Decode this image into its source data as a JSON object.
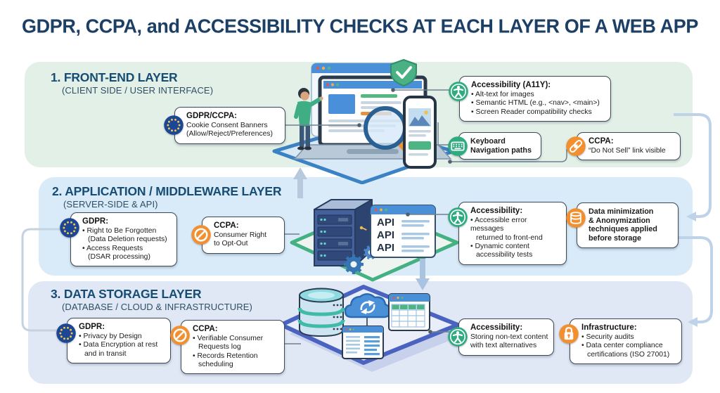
{
  "title": "GDPR, CCPA, and ACCESSIBILITY CHECKS AT EACH LAYER OF A WEB APP",
  "colors": {
    "title_navy": "#1c3f66",
    "band_frontend": "#e3f0e7",
    "band_middleware": "#d9eaf8",
    "band_storage": "#e0e7f5",
    "icon_green": "#2fab80",
    "icon_orange": "#f29030",
    "eu_blue": "#1d4795",
    "arrow_blue": "#b7cde4",
    "platform_frontend": "#3a82c4",
    "platform_middleware": "#44b183",
    "platform_storage": "#4a63c0"
  },
  "layers": [
    {
      "heading": "1. FRONT-END LAYER",
      "subheading": "(CLIENT SIDE / USER INTERFACE)",
      "boxes": {
        "gdpr_ccpa": {
          "title": "GDPR/CCPA:",
          "lines": [
            "Cookie Consent Banners",
            "(Allow/Reject/Preferences)"
          ]
        },
        "a11y": {
          "title": "Accessibility (A11Y):",
          "lines": [
            "• Alt-text for images",
            "• Semantic HTML (e.g., <nav>, <main>)",
            "• Screen Reader compatibility checks"
          ]
        },
        "keyboard": {
          "lines": [
            "Keyboard",
            "Navigation paths"
          ]
        },
        "ccpa_link": {
          "title": "CCPA:",
          "lines": [
            "“Do Not Sell” link visible"
          ]
        }
      }
    },
    {
      "heading": "2. APPLICATION / MIDDLEWARE LAYER",
      "subheading": "(SERVER-SIDE & API)",
      "boxes": {
        "gdpr": {
          "title": "GDPR:",
          "lines": [
            "• Right to Be Forgotten",
            "(Data Deletion requests)",
            "• Access Requests",
            "(DSAR processing)"
          ]
        },
        "ccpa": {
          "title": "CCPA:",
          "lines": [
            "Consumer Right",
            "to Opt-Out"
          ]
        },
        "accessibility": {
          "title": "Accessibility:",
          "lines": [
            "• Accessible error messages",
            "returned to front-end",
            "• Dynamic content",
            "accessibility tests"
          ]
        },
        "data_min": {
          "lines": [
            "Data minimization",
            "& Anonymization",
            "techniques applied",
            "before storage"
          ]
        }
      }
    },
    {
      "heading": "3. DATA STORAGE LAYER",
      "subheading": "(DATABASE / CLOUD & INFRASTRUCTURE)",
      "boxes": {
        "gdpr": {
          "title": "GDPR:",
          "lines": [
            "• Privacy by Design",
            "• Data Encryption at rest",
            "and in transit"
          ]
        },
        "ccpa": {
          "title": "CCPA:",
          "lines": [
            "• Verifiable Consumer",
            "Requests log",
            "• Records Retention",
            "scheduling"
          ]
        },
        "accessibility": {
          "title": "Accessibility:",
          "lines": [
            "Storing non-text content",
            "with text alternatives"
          ]
        },
        "infrastructure": {
          "title": "Infrastructure:",
          "lines": [
            "• Security audits",
            "• Data center compliance",
            "certifications (ISO 27001)"
          ]
        }
      }
    }
  ],
  "illustration": {
    "api_label": "API"
  }
}
